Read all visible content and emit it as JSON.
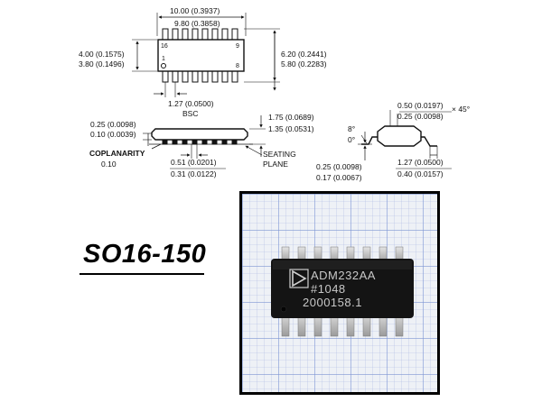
{
  "drawing": {
    "top_width_max": "10.00 (0.3937)",
    "top_width_min": "9.80 (0.3858)",
    "body_width_max": "4.00 (0.1575)",
    "body_width_min": "3.80 (0.1496)",
    "overall_width_max": "6.20 (0.2441)",
    "overall_width_min": "5.80 (0.2283)",
    "pin16": "16",
    "pin9": "9",
    "pin1": "1",
    "pin8": "8",
    "pitch": "1.27 (0.0500)",
    "pitch_bsc": "BSC",
    "standoff_max": "0.25 (0.0098)",
    "standoff_min": "0.10 (0.0039)",
    "height_max": "1.75 (0.0689)",
    "height_min": "1.35 (0.0531)",
    "coplanarity": "COPLANARITY",
    "coplanarity_val": "0.10",
    "lead_w_max": "0.51 (0.0201)",
    "lead_w_min": "0.31 (0.0122)",
    "seating": "SEATING",
    "plane": "PLANE",
    "chamfer_max": "0.50 (0.0197)",
    "chamfer_min": "0.25 (0.0098)",
    "chamfer_angle": "× 45°",
    "angle_max": "8°",
    "angle_min": "0°",
    "lead_t_max": "0.25 (0.0098)",
    "lead_t_min": "0.17 (0.0067)",
    "foot_max": "1.27 (0.0500)",
    "foot_min": "0.40 (0.0157)"
  },
  "package_title": "SO16-150",
  "chip": {
    "line1": "ADM232AA",
    "line2": "#1048",
    "line3": "2000158.1"
  },
  "colors": {
    "grid_line": "#8aa0d6",
    "chip_body": "#141414",
    "leads": "#c9c9c9"
  }
}
